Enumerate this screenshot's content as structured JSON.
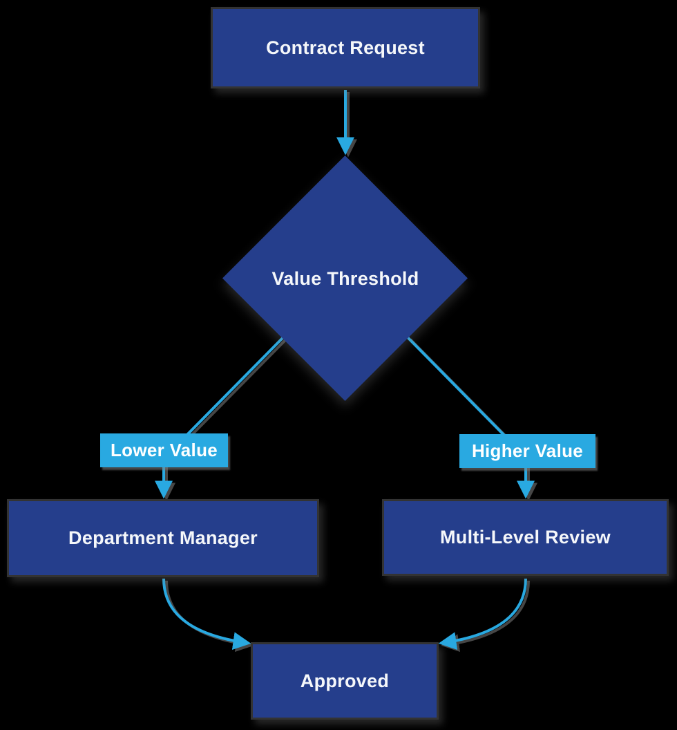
{
  "diagram": {
    "type": "flowchart",
    "colors": {
      "background": "#000000",
      "accent": "#29a9e1",
      "node_fill": "#253e8c",
      "node_border": "#333333",
      "node_text": "#f5f7fa",
      "label_text": "#ffffff"
    },
    "nodes": {
      "contract_request": {
        "label": "Contract Request",
        "shape": "rectangle"
      },
      "value_threshold": {
        "label": "Value Threshold",
        "shape": "diamond"
      },
      "department_manager": {
        "label": "Department Manager",
        "shape": "rectangle"
      },
      "multi_level_review": {
        "label": "Multi-Level Review",
        "shape": "rectangle"
      },
      "approved": {
        "label": "Approved",
        "shape": "rectangle"
      }
    },
    "edges": [
      {
        "from": "contract_request",
        "to": "value_threshold",
        "label": ""
      },
      {
        "from": "value_threshold",
        "to": "department_manager",
        "label": "Lower Value"
      },
      {
        "from": "value_threshold",
        "to": "multi_level_review",
        "label": "Higher Value"
      },
      {
        "from": "department_manager",
        "to": "approved",
        "label": ""
      },
      {
        "from": "multi_level_review",
        "to": "approved",
        "label": ""
      }
    ]
  }
}
